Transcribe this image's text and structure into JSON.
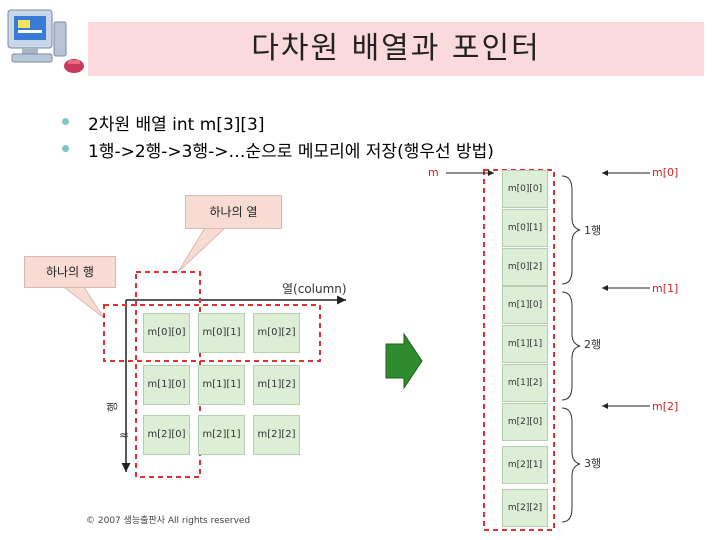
{
  "title": "다차원 배열과 포인터",
  "bullets": [
    "2차원 배열 int m[3][3]",
    "1행->2행->3행->…순으로 메모리에 저장(행우선 방법)"
  ],
  "callouts": {
    "column": "하나의 열",
    "row": "하나의 행"
  },
  "axis": {
    "column_label": "열(column)",
    "row_label": "행"
  },
  "grid": [
    [
      "m[0][0]",
      "m[0][1]",
      "m[0][2]"
    ],
    [
      "m[1][0]",
      "m[1][1]",
      "m[1][2]"
    ],
    [
      "m[2][0]",
      "m[2][1]",
      "m[2][2]"
    ]
  ],
  "memory": {
    "cells": [
      "m[0][0]",
      "m[0][1]",
      "m[0][2]",
      "m[1][0]",
      "m[1][1]",
      "m[1][2]",
      "m[2][0]",
      "m[2][1]",
      "m[2][2]"
    ],
    "m_label": "m",
    "row_groups": [
      "1행",
      "2행",
      "3행"
    ],
    "pointers": [
      "m[0]",
      "m[1]",
      "m[2]"
    ]
  },
  "colors": {
    "title_bg": "#fadadd",
    "cell_fill": "#dcefd6",
    "dashed_red": "#dd3333",
    "arrow_green": "#2e8b2e",
    "callout_fill": "#f8dcd4"
  },
  "copyright": "© 2007 생능출판사 All rights reserved"
}
